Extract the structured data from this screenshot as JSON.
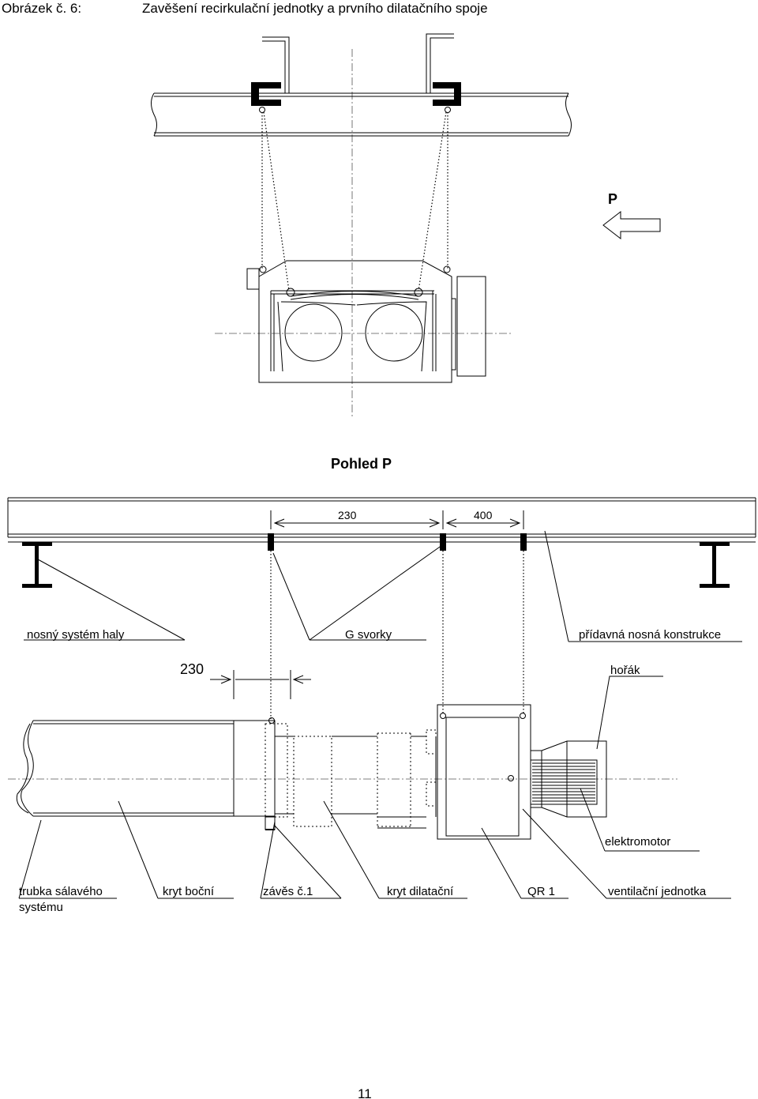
{
  "figure": {
    "number": "Obrázek č. 6:",
    "title": "Zavěšení recirkulační jednotky a prvního dilatačního spoje"
  },
  "top_view": {
    "direction_label": "P"
  },
  "side_view": {
    "title": "Pohled P",
    "dim_1": "230",
    "dim_2": "400",
    "label_hall_structure": "nosný systém haly",
    "label_g_clamps": "G svorky",
    "label_extra_structure": "přídavná nosná konstrukce"
  },
  "bottom_view": {
    "dim_left": "230",
    "label_burner": "hořák",
    "label_motor": "elektromotor",
    "label_tube_line1": "trubka sálavého",
    "label_tube_line2": "systému",
    "label_side_cover": "kryt boční",
    "label_hanger": "závěs č.1",
    "label_dilatation_cover": "kryt dilatační",
    "label_qr": "QR 1",
    "label_vent_unit": "ventilační jednotka"
  },
  "page": {
    "number": "11"
  }
}
